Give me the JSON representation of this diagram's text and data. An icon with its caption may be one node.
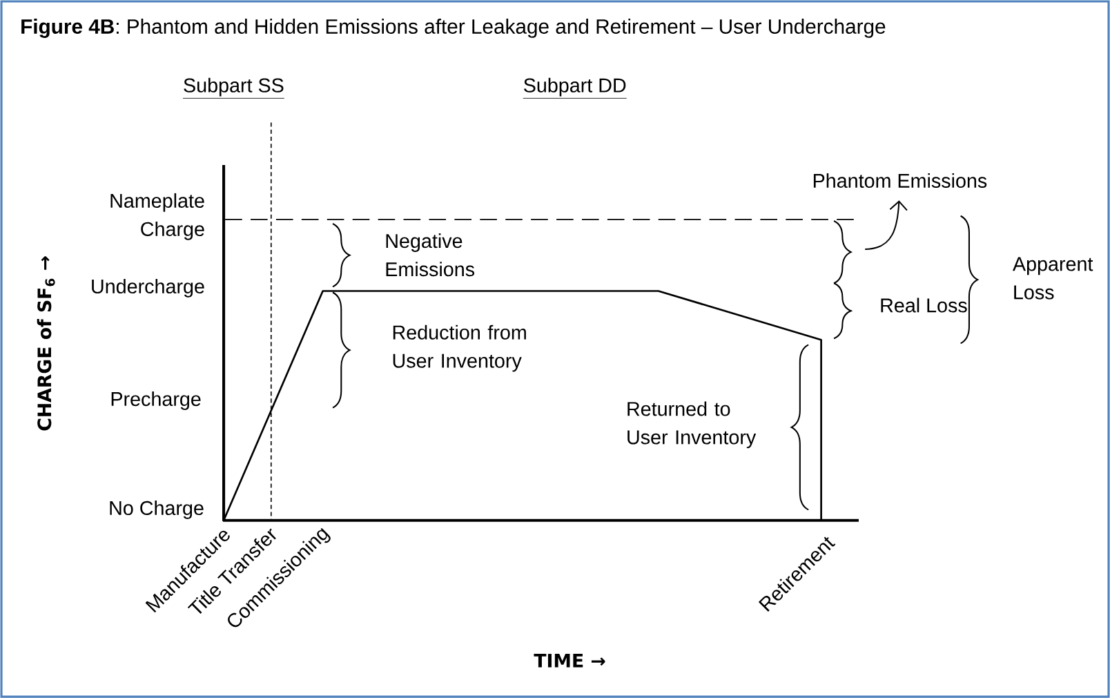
{
  "diagram": {
    "title": "**Figure 4B**: Phantom and Hidden Emissions after Leakage and Retirement – User Undercharge",
    "labels": [
      "Subpart SS",
      "Subpart DD",
      "Phantom Emissions",
      "Nameplate Charge",
      "Negative Emissions",
      "Apparent Loss",
      "Undercharge",
      "Real Loss",
      "Reduction from User Inventory",
      "Precharge",
      "Returned to User Inventory",
      "No Charge",
      "Manufacture",
      "Title Transfer",
      "Commissioning",
      "Retirement",
      "TIME →",
      "CHARGE of SF$_{6}$ →"
    ]
  }
}
